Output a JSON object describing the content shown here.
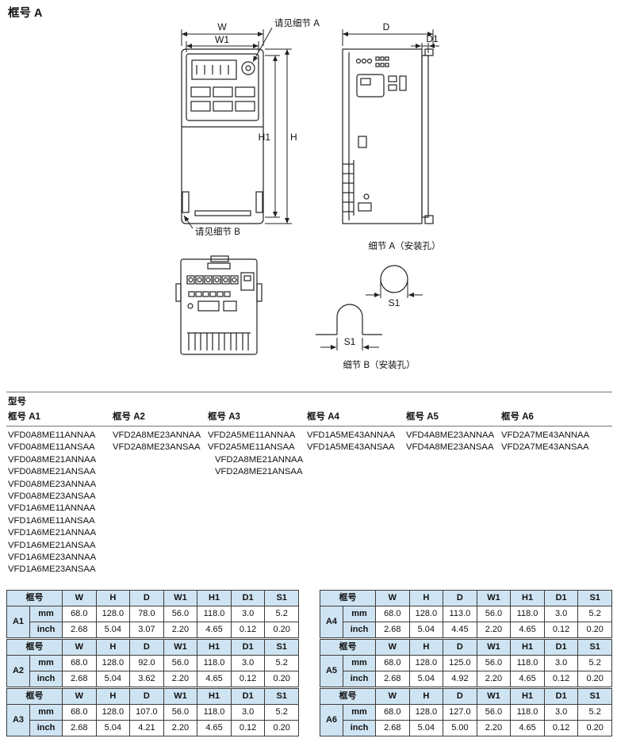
{
  "page": {
    "title": "框号 A"
  },
  "colors": {
    "table_header_bg": "#cfe4f2",
    "line_color": "#222222",
    "text_color": "#111111"
  },
  "diagram": {
    "labels": {
      "W": "W",
      "W1": "W1",
      "H": "H",
      "H1": "H1",
      "D": "D",
      "D1": "D1",
      "S1": "S1",
      "see_detail_a": "请见细节 A",
      "see_detail_b": "请见细节 B",
      "detail_a_caption": "细节 A（安装孔）",
      "detail_b_caption": "细节 B（安装孔）"
    }
  },
  "models": {
    "section_title": "型号",
    "columns": [
      {
        "header": "框号 A1",
        "items": [
          "VFD0A8ME11ANNAA",
          "VFD0A8ME11ANSAA",
          "VFD0A8ME21ANNAA",
          "VFD0A8ME21ANSAA",
          "VFD0A8ME23ANNAA",
          "VFD0A8ME23ANSAA",
          "VFD1A6ME11ANNAA",
          "VFD1A6ME11ANSAA",
          "VFD1A6ME21ANNAA",
          "VFD1A6ME21ANSAA",
          "VFD1A6ME23ANNAA",
          "VFD1A6ME23ANSAA"
        ]
      },
      {
        "header": "框号 A2",
        "items": [
          "VFD2A8ME23ANNAA",
          "VFD2A8ME23ANSAA"
        ]
      },
      {
        "header": "框号 A3",
        "items": [
          "VFD2A5ME11ANNAA",
          "VFD2A5ME11ANSAA",
          "VFD2A8ME21ANNAA",
          "VFD2A8ME21ANSAA"
        ]
      },
      {
        "header": "框号 A4",
        "items": [
          "VFD1A5ME43ANNAA",
          "VFD1A5ME43ANSAA"
        ]
      },
      {
        "header": "框号 A5",
        "items": [
          "VFD4A8ME23ANNAA",
          "VFD4A8ME23ANSAA"
        ]
      },
      {
        "header": "框号 A6",
        "items": [
          "VFD2A7ME43ANNAA",
          "VFD2A7ME43ANSAA"
        ]
      }
    ]
  },
  "dim": {
    "headers": [
      "框号",
      "W",
      "H",
      "D",
      "W1",
      "H1",
      "D1",
      "S1"
    ],
    "units": [
      "mm",
      "inch"
    ],
    "tables": [
      {
        "frame": "A1",
        "mm": [
          "68.0",
          "128.0",
          "78.0",
          "56.0",
          "118.0",
          "3.0",
          "5.2"
        ],
        "inch": [
          "2.68",
          "5.04",
          "3.07",
          "2.20",
          "4.65",
          "0.12",
          "0.20"
        ]
      },
      {
        "frame": "A2",
        "mm": [
          "68.0",
          "128.0",
          "92.0",
          "56.0",
          "118.0",
          "3.0",
          "5.2"
        ],
        "inch": [
          "2.68",
          "5.04",
          "3.62",
          "2.20",
          "4.65",
          "0.12",
          "0.20"
        ]
      },
      {
        "frame": "A3",
        "mm": [
          "68.0",
          "128.0",
          "107.0",
          "56.0",
          "118.0",
          "3.0",
          "5.2"
        ],
        "inch": [
          "2.68",
          "5.04",
          "4.21",
          "2.20",
          "4.65",
          "0.12",
          "0.20"
        ]
      },
      {
        "frame": "A4",
        "mm": [
          "68.0",
          "128.0",
          "113.0",
          "56.0",
          "118.0",
          "3.0",
          "5.2"
        ],
        "inch": [
          "2.68",
          "5.04",
          "4.45",
          "2.20",
          "4.65",
          "0.12",
          "0.20"
        ]
      },
      {
        "frame": "A5",
        "mm": [
          "68.0",
          "128.0",
          "125.0",
          "56.0",
          "118.0",
          "3.0",
          "5.2"
        ],
        "inch": [
          "2.68",
          "5.04",
          "4.92",
          "2.20",
          "4.65",
          "0.12",
          "0.20"
        ]
      },
      {
        "frame": "A6",
        "mm": [
          "68.0",
          "128.0",
          "127.0",
          "56.0",
          "118.0",
          "3.0",
          "5.2"
        ],
        "inch": [
          "2.68",
          "5.04",
          "5.00",
          "2.20",
          "4.65",
          "0.12",
          "0.20"
        ]
      }
    ]
  }
}
